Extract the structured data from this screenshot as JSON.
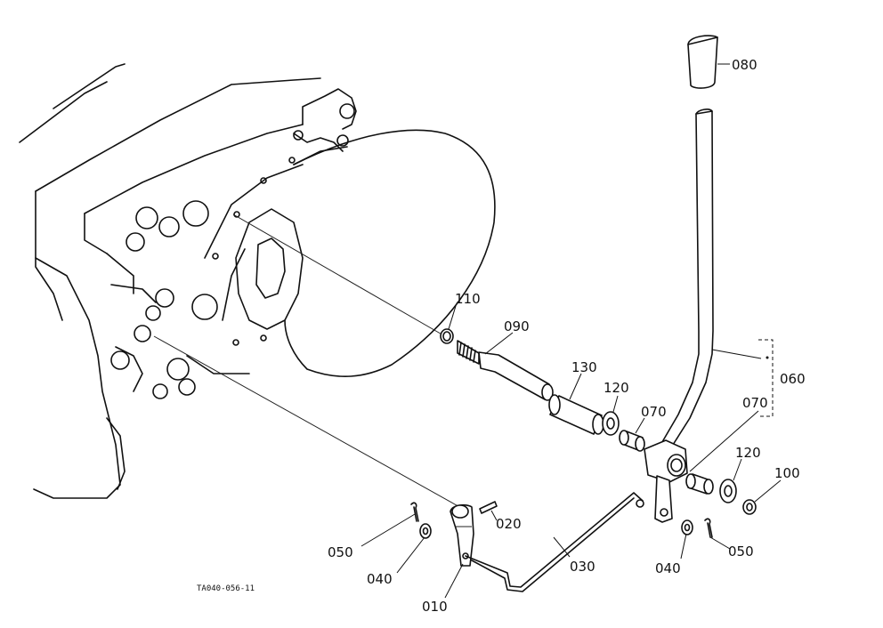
{
  "callouts": [
    {
      "id": "080",
      "text": "080"
    },
    {
      "id": "110",
      "text": "110"
    },
    {
      "id": "090",
      "text": "090"
    },
    {
      "id": "130",
      "text": "130"
    },
    {
      "id": "120a",
      "text": "120"
    },
    {
      "id": "070a",
      "text": "070"
    },
    {
      "id": "060",
      "text": "060"
    },
    {
      "id": "070b",
      "text": "070"
    },
    {
      "id": "120b",
      "text": "120"
    },
    {
      "id": "100",
      "text": "100"
    },
    {
      "id": "020",
      "text": "020"
    },
    {
      "id": "050a",
      "text": "050"
    },
    {
      "id": "040a",
      "text": "040"
    },
    {
      "id": "010",
      "text": "010"
    },
    {
      "id": "030",
      "text": "030"
    },
    {
      "id": "040b",
      "text": "040"
    },
    {
      "id": "050b",
      "text": "050"
    }
  ],
  "reference_code": "TA040-056-11"
}
